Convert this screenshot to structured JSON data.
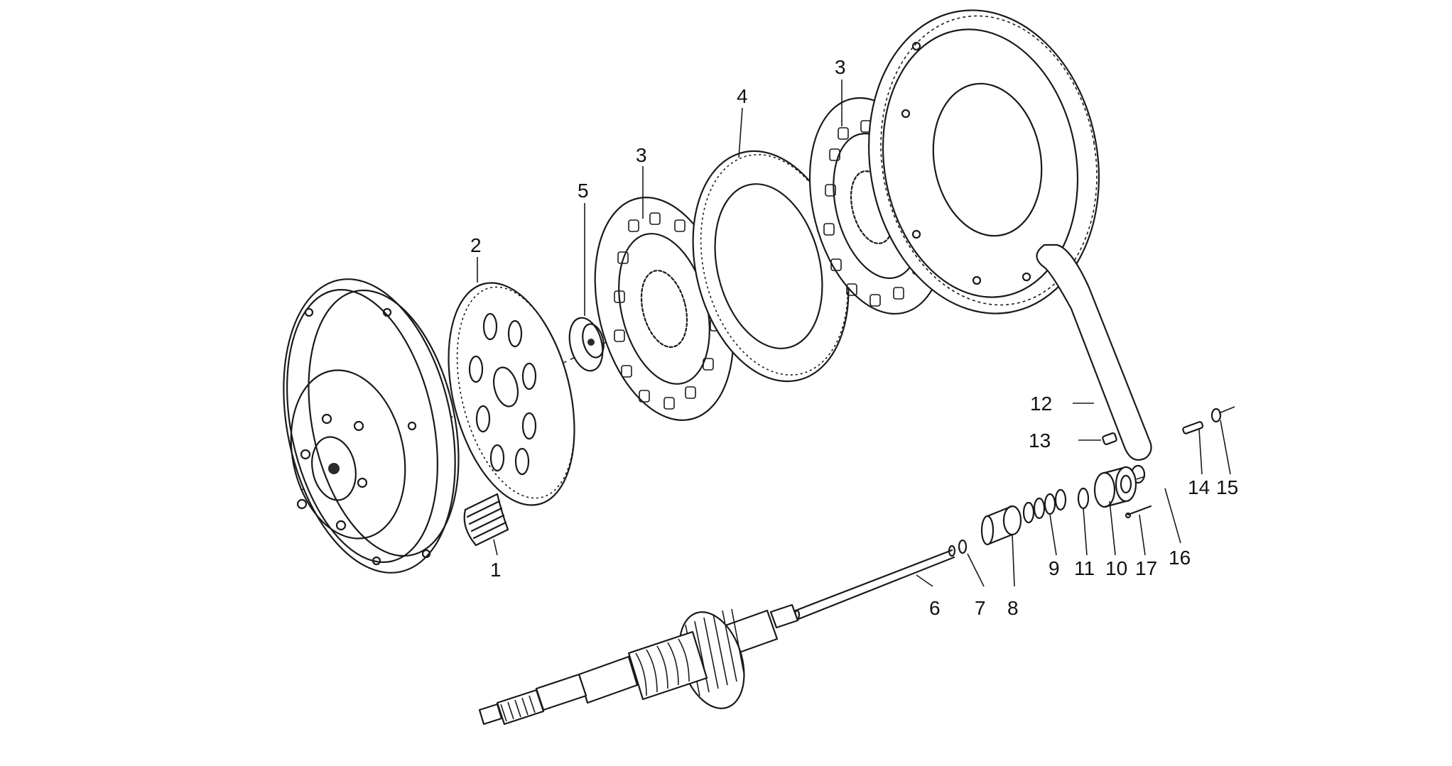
{
  "diagram": {
    "callouts": [
      {
        "id": "c1",
        "label": "1"
      },
      {
        "id": "c2",
        "label": "2"
      },
      {
        "id": "c3a",
        "label": "3"
      },
      {
        "id": "c3b",
        "label": "3"
      },
      {
        "id": "c4",
        "label": "4"
      },
      {
        "id": "c5",
        "label": "5"
      },
      {
        "id": "c6",
        "label": "6"
      },
      {
        "id": "c7",
        "label": "7"
      },
      {
        "id": "c8",
        "label": "8"
      },
      {
        "id": "c9",
        "label": "9"
      },
      {
        "id": "c10",
        "label": "10"
      },
      {
        "id": "c11",
        "label": "11"
      },
      {
        "id": "c12",
        "label": "12"
      },
      {
        "id": "c13",
        "label": "13"
      },
      {
        "id": "c14",
        "label": "14"
      },
      {
        "id": "c15",
        "label": "15"
      },
      {
        "id": "c16",
        "label": "16"
      },
      {
        "id": "c17",
        "label": "17"
      }
    ]
  }
}
